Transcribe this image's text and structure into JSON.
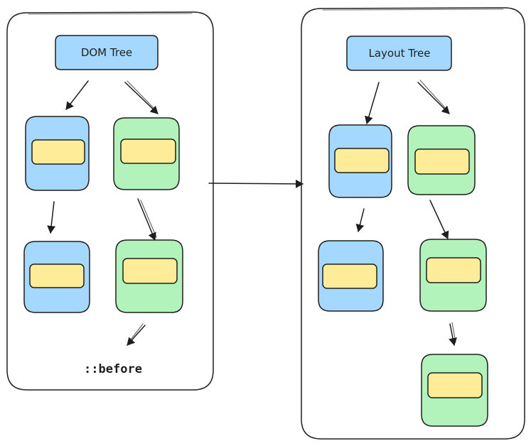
{
  "colors": {
    "stroke": "#1e1e1e",
    "blue": "#a5d8ff",
    "green": "#b2f2bb",
    "yellow": "#ffec99"
  },
  "dom_panel": {
    "title": "DOM Tree",
    "pseudo_label": "::before"
  },
  "layout_panel": {
    "title": "Layout Tree"
  }
}
